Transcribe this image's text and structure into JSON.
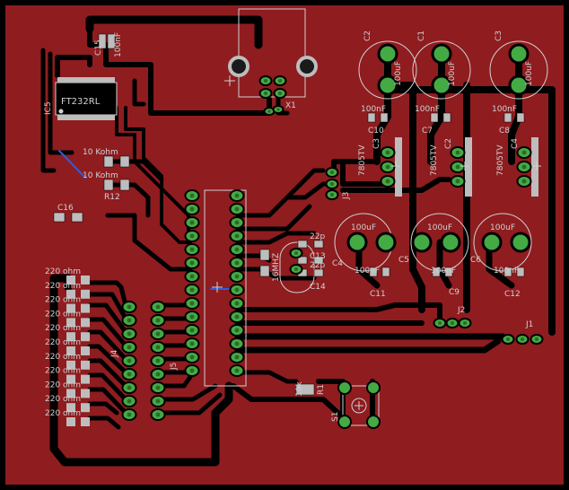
{
  "colors": {
    "background": "#000000",
    "copper": "#8f1c1f",
    "trace": "#000000",
    "pad": "#44aa44",
    "silk": "#d0d0d0",
    "part": "#bdbdbd"
  },
  "components": {
    "usb": "X1",
    "ic_usb": "IC5",
    "ic_usb_value": "FT232RL",
    "c15": "C15",
    "c15_value": "100nF",
    "c16": "C16",
    "r_top_value": "10 Kohm",
    "r_bottom_value": "10 Kohm",
    "r12": "R12",
    "crystal_value": "16MHZ",
    "c13": "C13",
    "c13_value": "22p",
    "c14": "C14",
    "c14_value": "22p",
    "c4": "C4",
    "j3": "J3",
    "j2": "J2",
    "j1": "J1",
    "j4": "J4",
    "j5": "J5",
    "s1": "S1",
    "r_switch_value": "10k",
    "r_switch": "R1",
    "resistor_values": [
      "220 ohm",
      "220 ohm",
      "220 ohm",
      "220 ohm",
      "220 ohm",
      "220 ohm",
      "220 ohm",
      "220 ohm",
      "220 ohm",
      "220 ohm",
      "220 ohm"
    ],
    "regulators": [
      {
        "ref": "C3",
        "value": "7805TV"
      },
      {
        "ref": "C2",
        "value": "7805TV"
      },
      {
        "ref": "C4",
        "value": "7805TV"
      }
    ],
    "cap_top": [
      {
        "ref": "C2",
        "value": "100uF"
      },
      {
        "ref": "C1",
        "value": "100uF"
      },
      {
        "ref": "C3",
        "value": "100uF"
      }
    ],
    "cap_top_small": [
      {
        "ref": "C10",
        "value": "100nF"
      },
      {
        "ref": "C7",
        "value": "100nF"
      },
      {
        "ref": "C8",
        "value": "100nF"
      }
    ],
    "cap_bottom": [
      {
        "ref": "C5",
        "value": "100uF"
      },
      {
        "ref": "C9",
        "value": "100uF"
      },
      {
        "ref": "C6",
        "value": "100uF"
      }
    ],
    "cap_bottom_small": [
      {
        "ref": "C11",
        "value": "100nF"
      },
      {
        "ref": "C9",
        "value": "100nF"
      },
      {
        "ref": "C12",
        "value": "100nF"
      }
    ]
  }
}
